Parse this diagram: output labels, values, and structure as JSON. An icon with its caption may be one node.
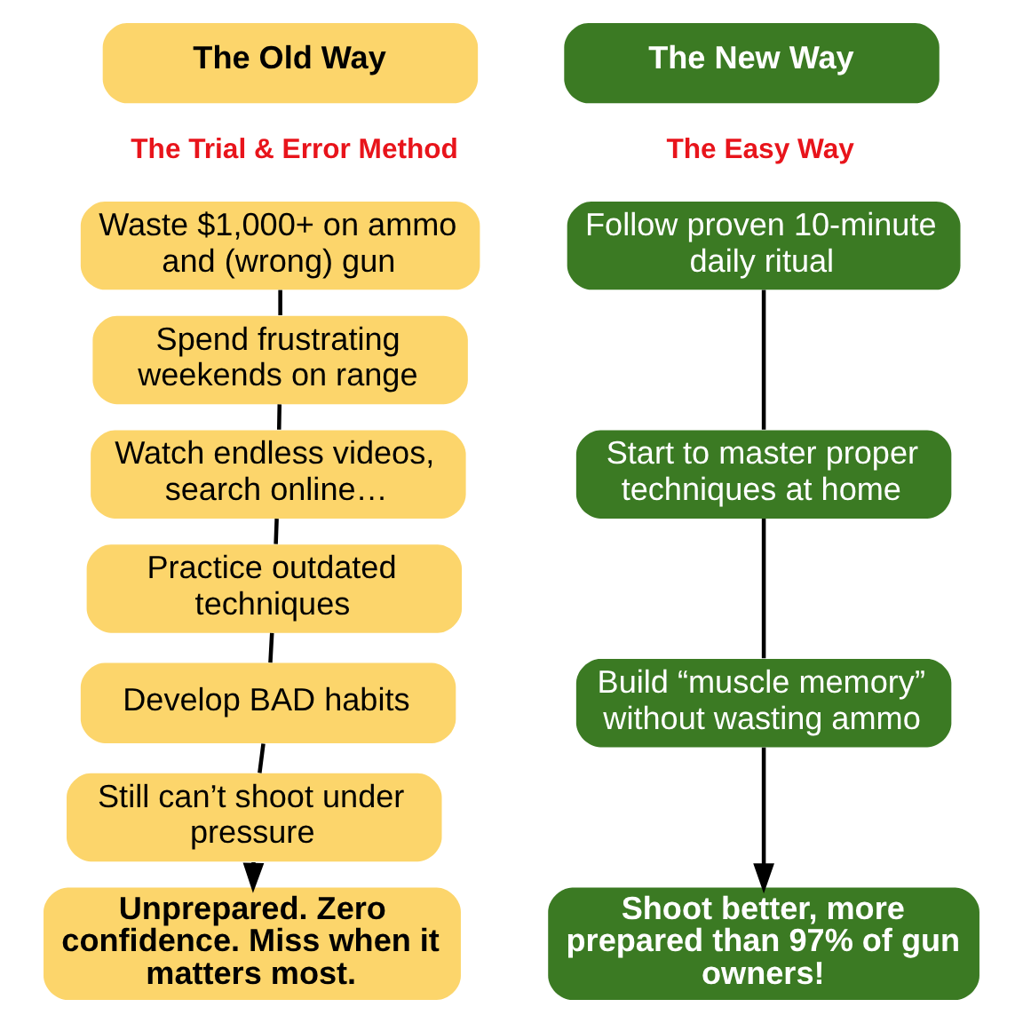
{
  "diagram": {
    "nodes": [
      {
        "text": [
          "The Old Way"
        ],
        "beside": [
          "The Trial & Error Method"
        ]
      },
      {
        "text": [
          "The New Way"
        ],
        "beside": [
          "The Easy Way"
        ]
      },
      {
        "text": [
          "Waste $1,000+ on ammo and (wrong) gun"
        ]
      },
      {
        "text": [
          "Spend frustrating weekends on range"
        ]
      },
      {
        "text": [
          "Watch endless videos, search online…"
        ]
      },
      {
        "text": [
          "Practice outdated techniques"
        ]
      },
      {
        "text": [
          "Develop BAD habits"
        ]
      },
      {
        "text": [
          "Still can’t shoot under pressure"
        ]
      },
      {
        "text": [
          "Unprepared. Zero confidence. Miss when it matters most."
        ]
      },
      {
        "text": [
          "Follow proven 10-minute daily ritual"
        ]
      },
      {
        "text": [
          "Start to master proper techniques at home"
        ]
      },
      {
        "text": [
          "Build “muscle memory” without wasting ammo"
        ]
      },
      {
        "text": [
          "Shoot better, more prepared than 97% of gun owners!"
        ]
      }
    ],
    "edges": [
      {
        "from": 2,
        "to": 3,
        "arrow": "none"
      },
      {
        "from": 3,
        "to": 4,
        "arrow": "none"
      },
      {
        "from": 4,
        "to": 5,
        "arrow": "none"
      },
      {
        "from": 5,
        "to": 6,
        "arrow": "none"
      },
      {
        "from": 6,
        "to": 7,
        "arrow": "none"
      },
      {
        "from": 7,
        "to": 8,
        "arrow": "to"
      },
      {
        "from": 9,
        "to": 10,
        "arrow": "none"
      },
      {
        "from": 10,
        "to": 11,
        "arrow": "none"
      },
      {
        "from": 11,
        "to": 12,
        "arrow": "to"
      }
    ]
  }
}
